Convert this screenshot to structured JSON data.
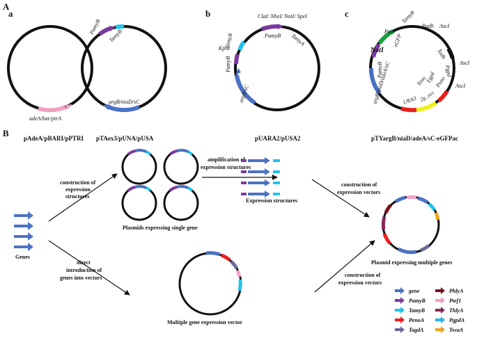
{
  "panel_labels": {
    "A": "A",
    "B": "B",
    "a": "a",
    "b": "b",
    "c": "c"
  },
  "panel_a": {
    "plasmid1": {
      "name": "pAdeA/pBARI/pPTRI",
      "gene": "adeA/bar/ptrA"
    },
    "plasmid2": {
      "name": "pTAex3/pUNA/pUSA",
      "promoter": "PamyB",
      "terminator": "TamyB",
      "gene": "argB/niaD/sC"
    }
  },
  "panel_b": {
    "name": "pUARA2/pUSA2",
    "sites": "ClaI/ NheI/ NotI/ SpeI",
    "kpn": "KpnI",
    "terminator1": "TamyB",
    "promoter1": "PamyB",
    "promoter2": "PamyB",
    "terminator2": "TamyA",
    "gene": "argB/sC"
  },
  "panel_c": {
    "name": "pTYargB/niaD/adeA/sC-eGFPac",
    "pac": "PacI",
    "not": "NotI",
    "tamyB": "TamyB",
    "egfp": "eGFP",
    "pamyB": "PamyB",
    "gene": "argB/niaD/adeA/sC",
    "ura3": "URA3",
    "ori": "2μ_ori",
    "teno": "Teno",
    "peno": "Peno",
    "tgpd": "Tgpd",
    "pgpd": "Pgpd",
    "tadh": "Tadh",
    "padh": "Padh",
    "asc1": "AscI",
    "asc2": "AscI",
    "asc3": "AscI"
  },
  "panel_B": {
    "genes": "Genes",
    "construction_structures": [
      "construction of",
      "expression",
      "structures"
    ],
    "plasmids_single": "Plasmids expressing single gene",
    "amplification": [
      "amplification of",
      "expression structures"
    ],
    "expression_structures": "Expression structures",
    "construction_vectors_top": [
      "construction of",
      "expression vectors"
    ],
    "plasmid_multiple": "Plasmid expressing multiple genes",
    "direct": [
      "direct",
      "introduction of",
      "genes into vectors"
    ],
    "multiple_vector": "Multiple gene expression vector",
    "construction_vectors_bottom": [
      "construction of",
      "expression vectors"
    ]
  },
  "legend": {
    "items": [
      {
        "label": "gene",
        "color": "#4a72c4"
      },
      {
        "label": "PhlyA",
        "color": "#7a1020"
      },
      {
        "label": "PamyB",
        "color": "#7a3aa0"
      },
      {
        "label": "Ptef1",
        "color": "#f4a0c8"
      },
      {
        "label": "TamyB",
        "color": "#1fc4ec"
      },
      {
        "label": "ThlyA",
        "color": "#8a2a5a"
      },
      {
        "label": "PenoA",
        "color": "#e8201c"
      },
      {
        "label": "PgpdA",
        "color": "#26b6e6"
      },
      {
        "label": "TagdA",
        "color": "#6a6a9a"
      },
      {
        "label": "TsvaA",
        "color": "#f4a020"
      }
    ]
  },
  "colors": {
    "gene": "#4a72c4",
    "pamy": "#7a3aa0",
    "tamy": "#1fc4ec",
    "adeA": "#f0a0c0",
    "red": "#e8201c",
    "yellow": "#f0f020",
    "green": "#1aa03c"
  }
}
